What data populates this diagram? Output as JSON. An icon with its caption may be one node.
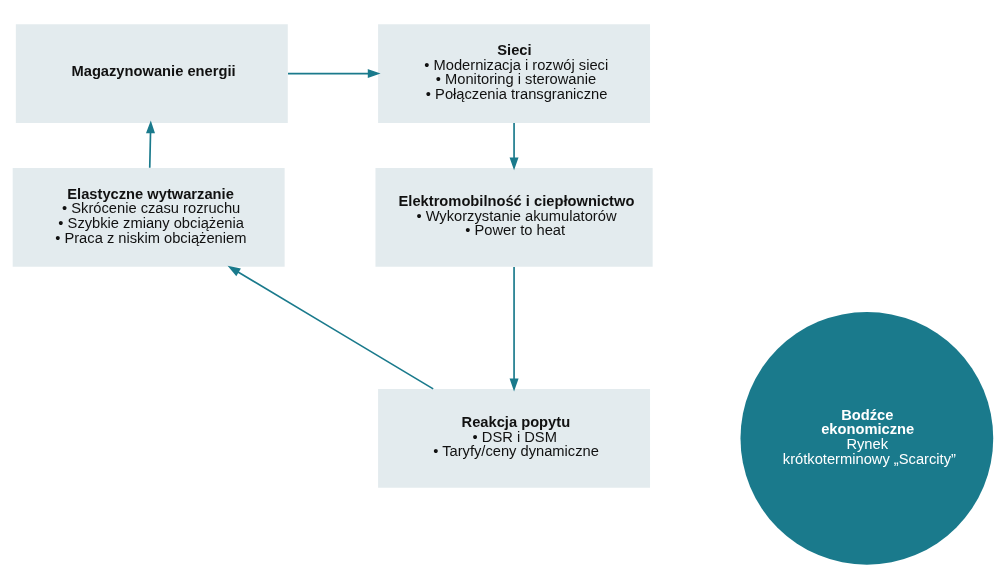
{
  "diagram": {
    "nodes": [
      {
        "text": [
          "Magazynowanie energii"
        ]
      },
      {
        "text": [
          "Sieci",
          "• Modernizacja i rozwój sieci",
          "• Monitoring i sterowanie",
          "• Połączenia transgraniczne"
        ]
      },
      {
        "text": [
          "Elektromobilność i ciepłownictwo",
          "• Wykorzystanie akumulatorów",
          "• Power to heat"
        ]
      },
      {
        "text": [
          "Reakcja popytu",
          "• DSR i DSM",
          "• Taryfy/ceny dynamiczne"
        ]
      },
      {
        "text": [
          "Elastyczne wytwarzanie",
          "• Skrócenie czasu rozruchu",
          "• Szybkie zmiany obciążenia",
          "• Praca z niskim obciążeniem"
        ]
      },
      {
        "text": [
          "Bodźce ekonomiczne",
          "Rynek krótkoterminowy „Scarcity”"
        ]
      }
    ],
    "edges": [
      {
        "from": 0,
        "to": 1,
        "arrow": "to"
      },
      {
        "from": 1,
        "to": 2,
        "arrow": "to"
      },
      {
        "from": 2,
        "to": 3,
        "arrow": "to"
      },
      {
        "from": 3,
        "to": 4,
        "arrow": "to"
      },
      {
        "from": 4,
        "to": 0,
        "arrow": "to"
      }
    ]
  }
}
